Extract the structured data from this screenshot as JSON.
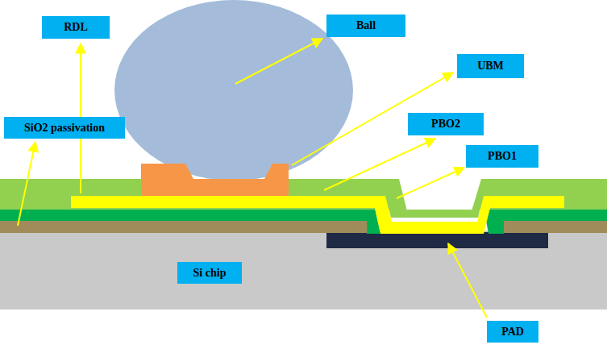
{
  "diagram": {
    "nodes": [
      {
        "text": [
          "RDL"
        ]
      },
      {
        "text": [
          "Ball"
        ]
      },
      {
        "text": [
          "UBM"
        ]
      },
      {
        "text": [
          "PBO2"
        ]
      },
      {
        "text": [
          "SiO2 passivation"
        ]
      },
      {
        "text": [
          "PBO1"
        ]
      },
      {
        "text": [
          "Si chip"
        ]
      },
      {
        "text": [
          "PAD"
        ]
      }
    ]
  }
}
